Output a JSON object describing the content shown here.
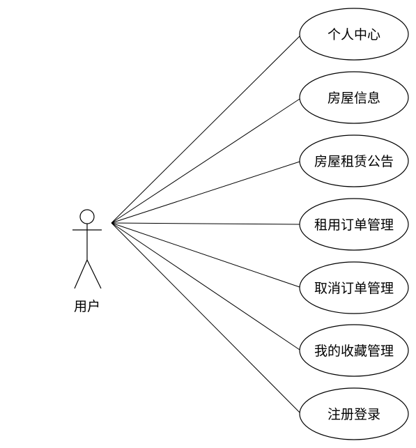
{
  "actor": {
    "label": "用户",
    "icon": "stick-figure-icon"
  },
  "use_cases": [
    {
      "label": "个人中心"
    },
    {
      "label": "房屋信息"
    },
    {
      "label": "房屋租赁公告"
    },
    {
      "label": "租用订单管理"
    },
    {
      "label": "取消订单管理"
    },
    {
      "label": "我的收藏管理"
    },
    {
      "label": "注册登录"
    }
  ],
  "colors": {
    "stroke": "#000000",
    "background": "#ffffff",
    "text": "#000000"
  }
}
